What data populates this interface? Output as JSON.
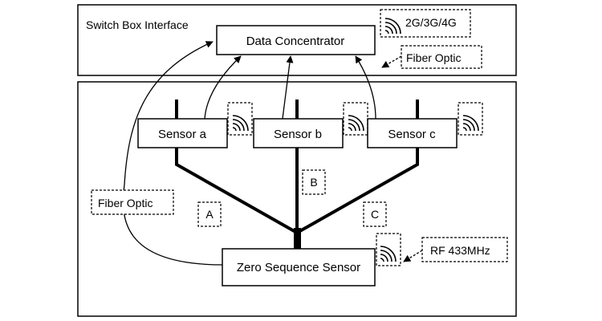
{
  "switch_box": {
    "title": "Switch Box Interface"
  },
  "data_concentrator": {
    "label": "Data Concentrator"
  },
  "wireless_top": {
    "label": "2G/3G/4G",
    "icon": "wireless-signal-icon"
  },
  "fiber_optic_top": {
    "label": "Fiber Optic"
  },
  "fiber_optic_left": {
    "label": "Fiber Optic"
  },
  "sensors": [
    {
      "label": "Sensor a"
    },
    {
      "label": "Sensor b"
    },
    {
      "label": "Sensor c"
    }
  ],
  "phase_labels": {
    "a": "A",
    "b": "B",
    "c": "C"
  },
  "zero_sequence_sensor": {
    "label": "Zero Sequence Sensor"
  },
  "rf_label": {
    "label": "RF 433MHz"
  }
}
